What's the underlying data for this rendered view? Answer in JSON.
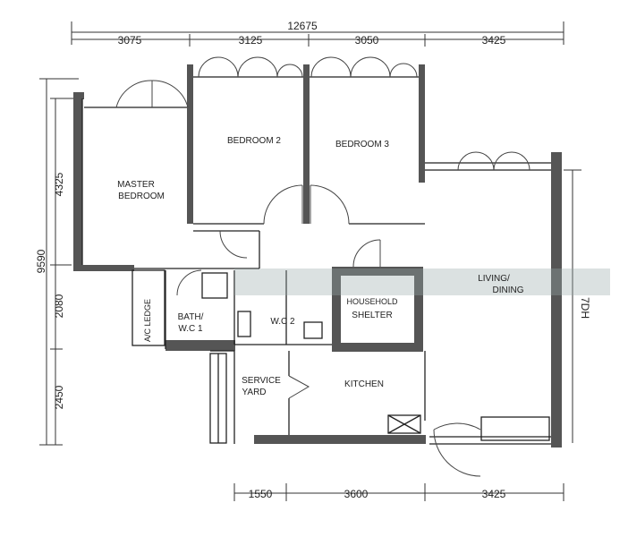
{
  "dimensions": {
    "top_total": "12675",
    "top": [
      "3075",
      "3125",
      "3050",
      "3425"
    ],
    "left_total": "9590",
    "left": [
      "4325",
      "2080",
      "2450"
    ],
    "bottom": [
      "1550",
      "3600",
      "3425"
    ],
    "right": "7DH"
  },
  "rooms": {
    "master_line1": "MASTER",
    "master_line2": "BEDROOM",
    "bedroom2": "BEDROOM 2",
    "bedroom3": "BEDROOM 3",
    "living_line1": "LIVING/",
    "living_line2": "DINING",
    "bath_line1": "BATH/",
    "bath_line2": "W.C 1",
    "wc2": "W.C 2",
    "shelter_line1": "HOUSEHOLD",
    "shelter_line2": "SHELTER",
    "service_line1": "SERVICE",
    "service_line2": "YARD",
    "kitchen": "KITCHEN",
    "ac_ledge": "A/C LEDGE"
  }
}
